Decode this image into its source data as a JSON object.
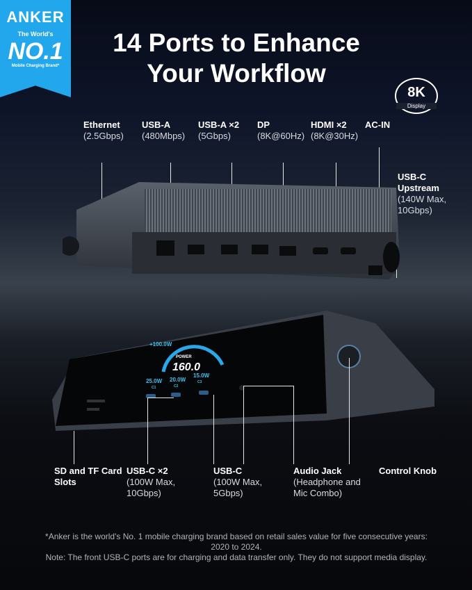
{
  "badge": {
    "brand": "ANKER",
    "tagline": "The World's",
    "rank": "NO.1",
    "subtitle": "Mobile Charging Brand*",
    "color": "#22a7ec"
  },
  "title": {
    "line1": "14 Ports to Enhance",
    "line2": "Your Workflow"
  },
  "display_badge": {
    "main": "8K",
    "sub": "Display"
  },
  "rear_ports": [
    {
      "name": "Ethernet",
      "detail": "(2.5Gbps)"
    },
    {
      "name": "USB-A",
      "detail": "(480Mbps)"
    },
    {
      "name": "USB-A ×2",
      "detail": "(5Gbps)"
    },
    {
      "name": "DP",
      "detail": "(8K@60Hz)"
    },
    {
      "name": "HDMI ×2",
      "detail": "(8K@30Hz)"
    },
    {
      "name": "AC-IN",
      "detail": ""
    },
    {
      "name": "USB-C Upstream",
      "detail": "(140W Max, 10Gbps)"
    }
  ],
  "screen": {
    "total": "+100.0W",
    "power_label": "POWER",
    "power": "160.0",
    "c1": "25.0W",
    "c1_label": "C1",
    "c2": "20.0W",
    "c2_label": "C2",
    "c3": "15.0W",
    "c3_label": "C3"
  },
  "front_ports": [
    {
      "name": "SD and TF Card Slots",
      "detail": ""
    },
    {
      "name": "USB-C ×2",
      "detail": "(100W Max, 10Gbps)"
    },
    {
      "name": "USB-C",
      "detail": "(100W Max, 5Gbps)"
    },
    {
      "name": "Audio Jack",
      "detail": "(Headphone and Mic Combo)"
    },
    {
      "name": "Control Knob",
      "detail": ""
    }
  ],
  "footnote": {
    "line1": "*Anker is the world's No. 1 mobile charging brand based on retail sales value for five consecutive years: 2020 to 2024.",
    "line2": "Note: The front USB-C ports are for charging and data transfer only. They do not support media display."
  }
}
